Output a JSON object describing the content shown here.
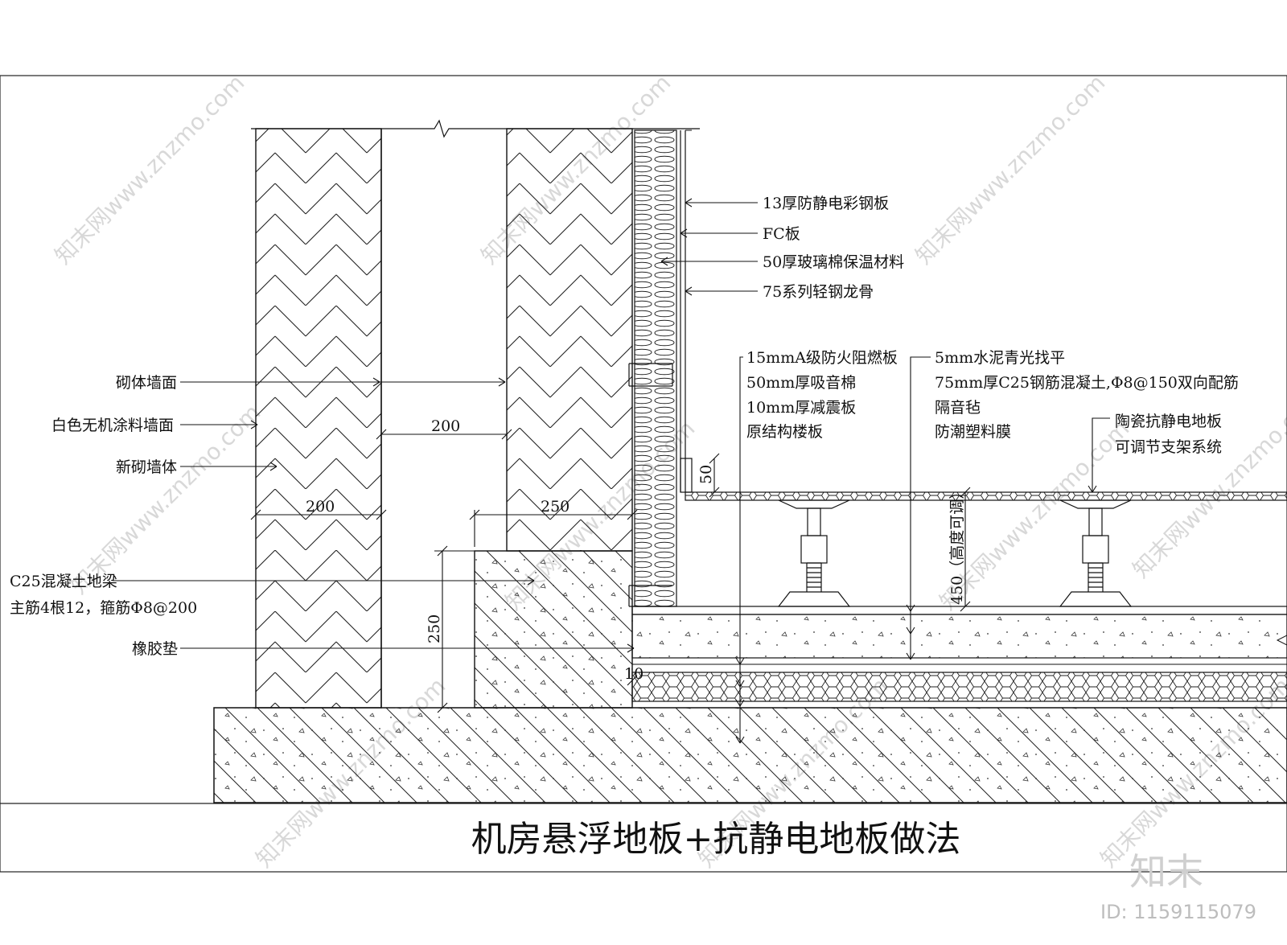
{
  "title": "机房悬浮地板+抗静电地板做法",
  "brand": "知末",
  "id_text": "ID: 1159115079",
  "watermark": "知末网www.znzmo.com",
  "wall_labels": {
    "masonry_surface": "砌体墙面",
    "white_paint": "白色无机涂料墙面",
    "new_wall": "新砌墙体",
    "beam_line1": "C25混凝土地梁",
    "beam_line2": "主筋4根12，箍筋Φ8@200",
    "rubber_pad": "橡胶垫"
  },
  "panel_labels": {
    "steel_board": "13厚防静电彩钢板",
    "fc_board": "FC板",
    "glass_wool": "50厚玻璃棉保温材料",
    "keel": "75系列轻钢龙骨"
  },
  "floor_labels_left": {
    "fire_board": "15mmA级防火阻燃板",
    "sound_cotton": "50mm厚吸音棉",
    "damping_board": "10mm厚减震板",
    "slab": "原结构楼板"
  },
  "floor_labels_mid": {
    "cement": "5mm水泥青光找平",
    "concrete": "75mm厚C25钢筋混凝土,Φ8@150双向配筋",
    "felt": "隔音毡",
    "membrane": "防潮塑料膜"
  },
  "floor_labels_right": {
    "ceramic": "陶瓷抗静电地板",
    "support": "可调节支架系统"
  },
  "dimensions": {
    "wall_gap": "200",
    "wall_width": "200",
    "beam_width": "250",
    "beam_height": "250",
    "skirting": "50",
    "floor_height": "450（高度可调）",
    "pad": "10"
  },
  "colors": {
    "line": "#111111",
    "watermark": "#d8d8d8"
  }
}
